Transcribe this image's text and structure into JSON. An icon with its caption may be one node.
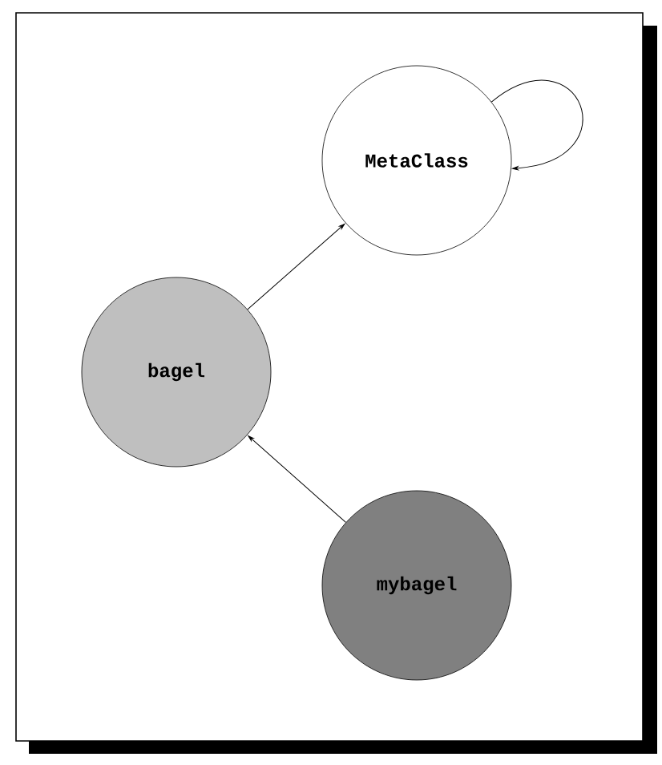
{
  "diagram": {
    "nodes": [
      {
        "text": [
          "MetaClass"
        ]
      },
      {
        "text": [
          "bagel"
        ]
      },
      {
        "text": [
          "mybagel"
        ]
      }
    ],
    "edges": [
      {
        "from": 0,
        "to": 0,
        "arrow": "to"
      },
      {
        "from": 1,
        "to": 0,
        "arrow": "to"
      },
      {
        "from": 2,
        "to": 1,
        "arrow": "to"
      }
    ]
  }
}
